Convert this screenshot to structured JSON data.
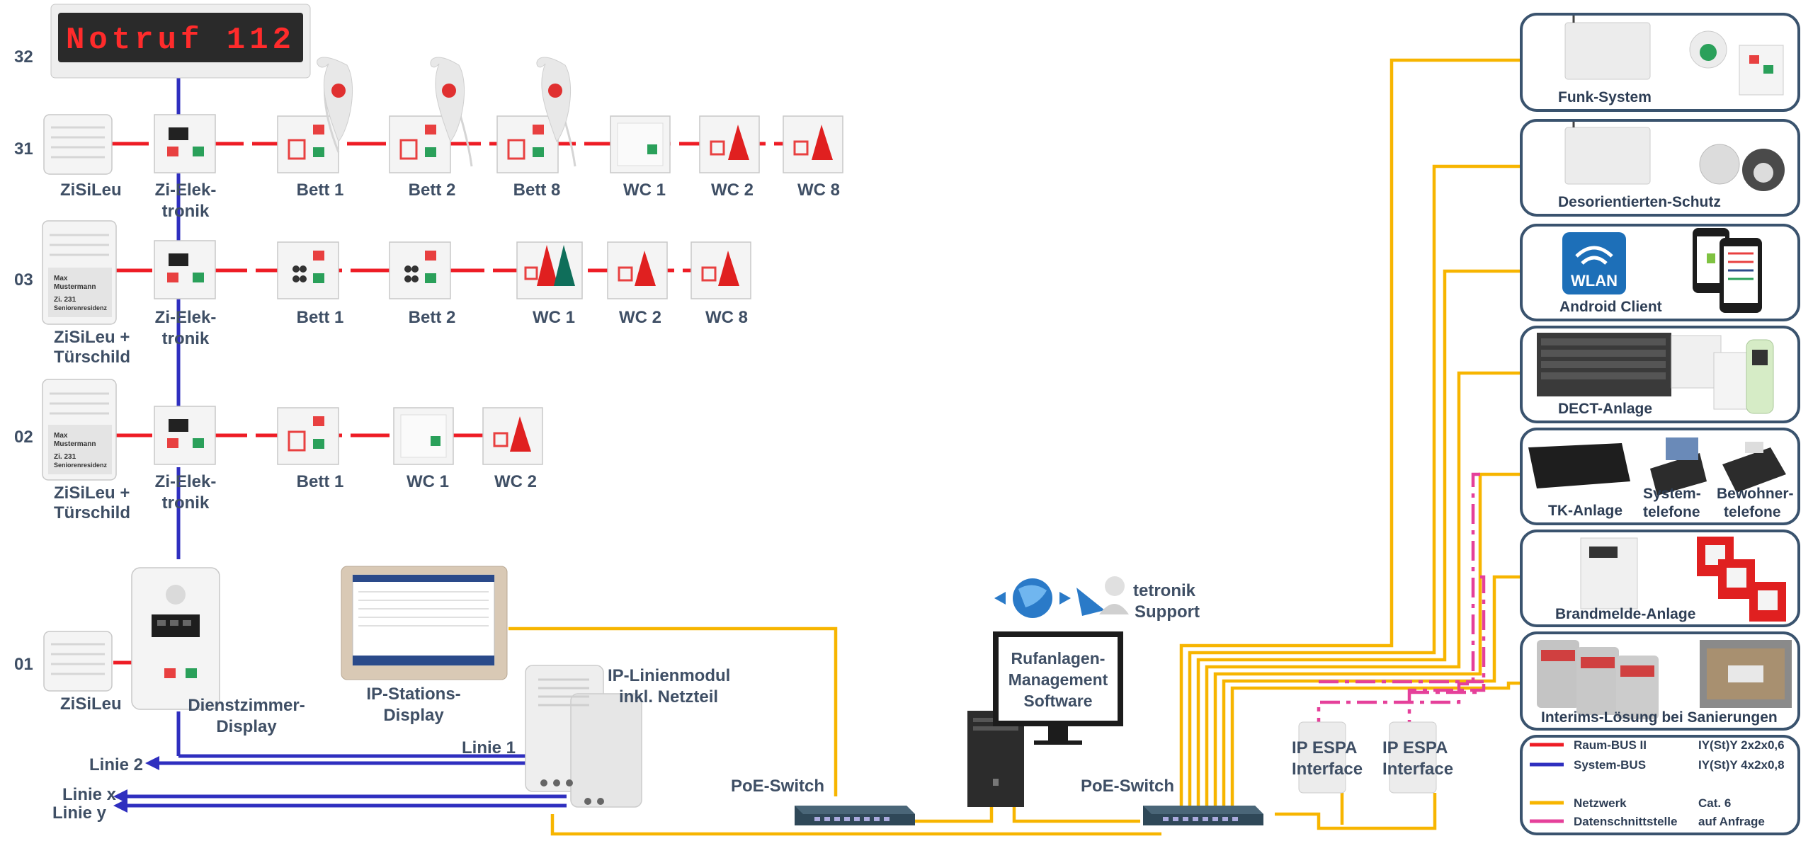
{
  "colors": {
    "raum_bus": "#ee1c25",
    "system_bus": "#2f2fbf",
    "netzwerk": "#f7b500",
    "schnittstelle": "#e5409a",
    "label": "#3f4f65",
    "panel_border": "#3a536e"
  },
  "led_display": {
    "text": "Notruf 112"
  },
  "rows": [
    {
      "id": "32",
      "label": "32"
    },
    {
      "id": "31",
      "label": "31"
    },
    {
      "id": "03",
      "label": "03"
    },
    {
      "id": "02",
      "label": "02"
    },
    {
      "id": "01",
      "label": "01"
    }
  ],
  "row31": {
    "zisileu": "ZiSiLeu",
    "zi_elektronik": [
      "Zi-Elek-",
      "tronik"
    ],
    "bett1": "Bett 1",
    "bett2": "Bett 2",
    "bett8": "Bett 8",
    "wc1": "WC 1",
    "wc2": "WC 2",
    "wc8": "WC 8"
  },
  "row03": {
    "zisileu": [
      "ZiSiLeu +",
      "Türschild"
    ],
    "zi_elektronik": [
      "Zi-Elek-",
      "tronik"
    ],
    "bett1": "Bett 1",
    "bett2": "Bett 2",
    "wc1": "WC 1",
    "wc2": "WC 2",
    "wc8": "WC 8",
    "nameplate": [
      "Max",
      "Mustermann",
      "Zi. 231",
      "Seniorenresidenz"
    ]
  },
  "row02": {
    "zisileu": [
      "ZiSiLeu +",
      "Türschild"
    ],
    "zi_elektronik": [
      "Zi-Elek-",
      "tronik"
    ],
    "bett1": "Bett 1",
    "wc1": "WC 1",
    "wc2": "WC 2",
    "nameplate": [
      "Max",
      "Mustermann",
      "Zi. 231",
      "Seniorenresidenz"
    ]
  },
  "row01": {
    "zisileu": "ZiSiLeu",
    "dienstzimmer": [
      "Dienstzimmer-",
      "Display"
    ]
  },
  "stations_display": [
    "IP-Stations-",
    "Display"
  ],
  "linienmodul": [
    "IP-Linienmodul",
    "inkl. Netzteil"
  ],
  "lines": {
    "linie1": "Linie 1",
    "linie2": "Linie 2",
    "liniex": "Linie x",
    "liniey": "Linie y"
  },
  "poe_switch_1": "PoE-Switch",
  "poe_switch_2": "PoE-Switch",
  "management": [
    "Rufanlagen-",
    "Management",
    "Software"
  ],
  "support": [
    "tetronik",
    "Support"
  ],
  "espa1": [
    "IP ESPA",
    "Interface"
  ],
  "espa2": [
    "IP ESPA",
    "Interface"
  ],
  "panels": {
    "funk": "Funk-System",
    "desorientiert": "Desorientierten-Schutz",
    "android": "Android Client",
    "wlan": "WLAN",
    "dect": "DECT-Anlage",
    "tk": "TK-Anlage",
    "systemtelefone": [
      "System-",
      "telefone"
    ],
    "bewohnertelefone": [
      "Bewohner-",
      "telefone"
    ],
    "brandmelde": "Brandmelde-Anlage",
    "interims": "Interims-Lösung bei Sanierungen"
  },
  "legend": [
    {
      "name": "Raum-BUS II",
      "cable": "IY(St)Y 2x2x0,6",
      "color": "#ee1c25",
      "dashed": false
    },
    {
      "name": "System-BUS",
      "cable": "IY(St)Y 4x2x0,8",
      "color": "#2f2fbf",
      "dashed": false
    },
    {
      "name": "Netzwerk",
      "cable": "Cat. 6",
      "color": "#f7b500",
      "dashed": false
    },
    {
      "name": "Datenschnittstelle",
      "cable": "auf Anfrage",
      "color": "#e5409a",
      "dashed": false
    }
  ]
}
